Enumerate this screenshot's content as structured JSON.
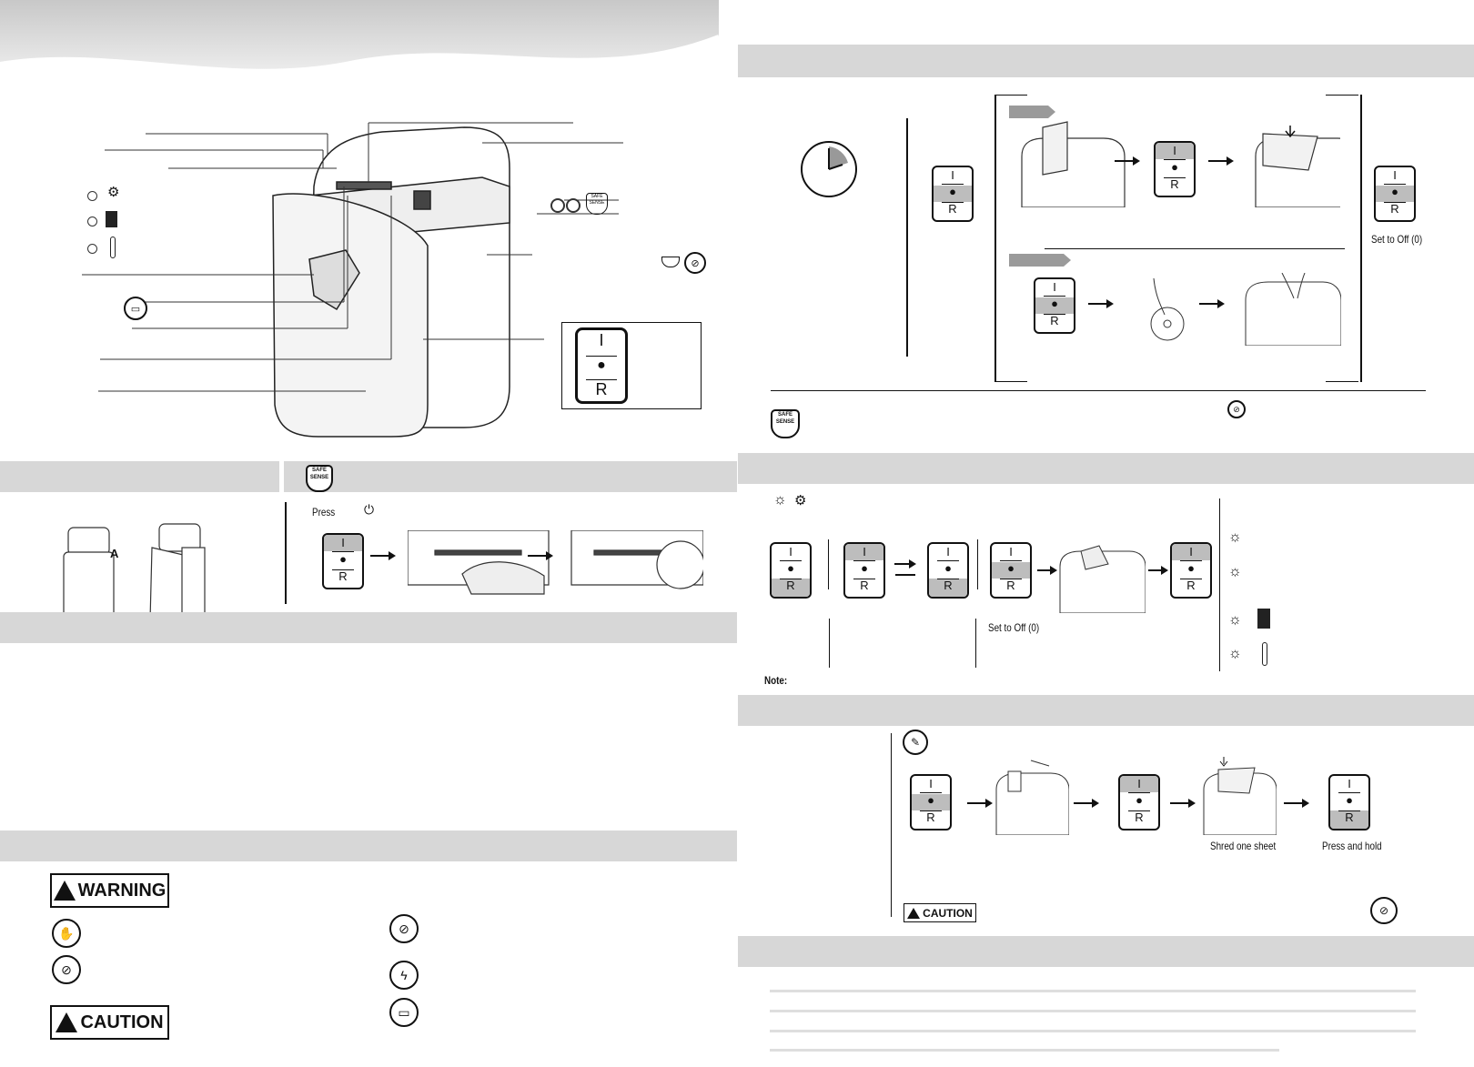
{
  "switch": {
    "top": "I",
    "middle": "●",
    "bottom": "R"
  },
  "labels": {
    "set_to_off": "Set to Off (0)",
    "set_to_off_2": "Set to Off (0)",
    "press": "Press",
    "note": "Note:",
    "shred_one_sheet": "Shred one sheet",
    "press_and_hold": "Press and hold",
    "marker_a": "A"
  },
  "signs": {
    "warning": "WARNING",
    "caution": "CAUTION",
    "caution_small": "CAUTION"
  },
  "badges": {
    "safe_sense": "SAFE SENSE"
  },
  "colors": {
    "band": "#d7d7d7",
    "switch_shade": "#bdbdbd",
    "ink": "#111111"
  },
  "icons": [
    "clock-icon",
    "sun-indicator-icon",
    "jam-icon",
    "bin-full-icon",
    "thermometer-icon",
    "power-icon",
    "cd-icon",
    "no-touch-icon",
    "lightning-icon",
    "oil-icon",
    "safe-sense-badge"
  ]
}
